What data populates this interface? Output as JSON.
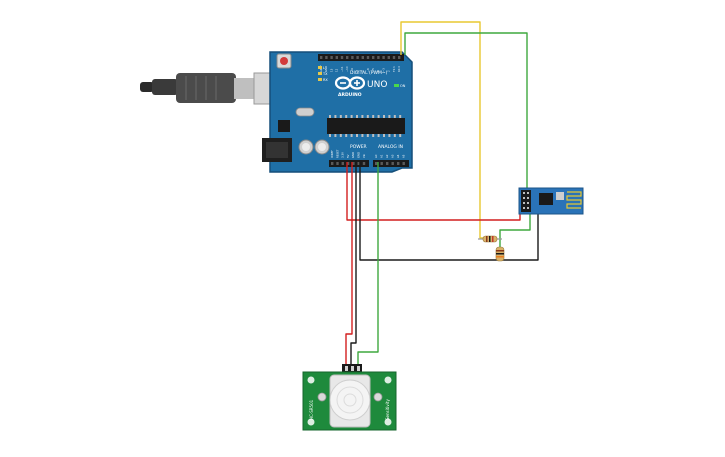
{
  "board": {
    "brand": "ARDUINO",
    "model": "UNO",
    "digital_label": "DIGITAL (PWM~)",
    "power_label": "POWER",
    "analog_label": "ANALOG IN",
    "header_top_labels": [
      "AREF",
      "GND",
      "13",
      "12",
      "~11",
      "~10",
      "~9",
      "8",
      "7",
      "~6",
      "~5",
      "4",
      "~3",
      "2",
      "TX 1",
      "RX 0"
    ],
    "power_pin_labels": [
      "IOREF",
      "RESET",
      "3.3V",
      "5V",
      "GND",
      "GND",
      "Vin"
    ],
    "analog_pin_labels": [
      "A0",
      "A1",
      "A2",
      "A3",
      "A4",
      "A5"
    ],
    "led_labels": [
      "L",
      "TX",
      "RX"
    ],
    "on_label": "ON"
  },
  "pir": {
    "left_label": "HC-SR501",
    "right_label": "Sensitivity"
  },
  "colors": {
    "board": "#1f6fa6",
    "board_dark": "#154f7a",
    "wire_red": "#d21f1f",
    "wire_black": "#1a1a1a",
    "wire_green": "#3fa83f",
    "wire_yellow": "#e8c830",
    "pir_board": "#1e8a3c",
    "esp_board": "#2a73b8"
  }
}
